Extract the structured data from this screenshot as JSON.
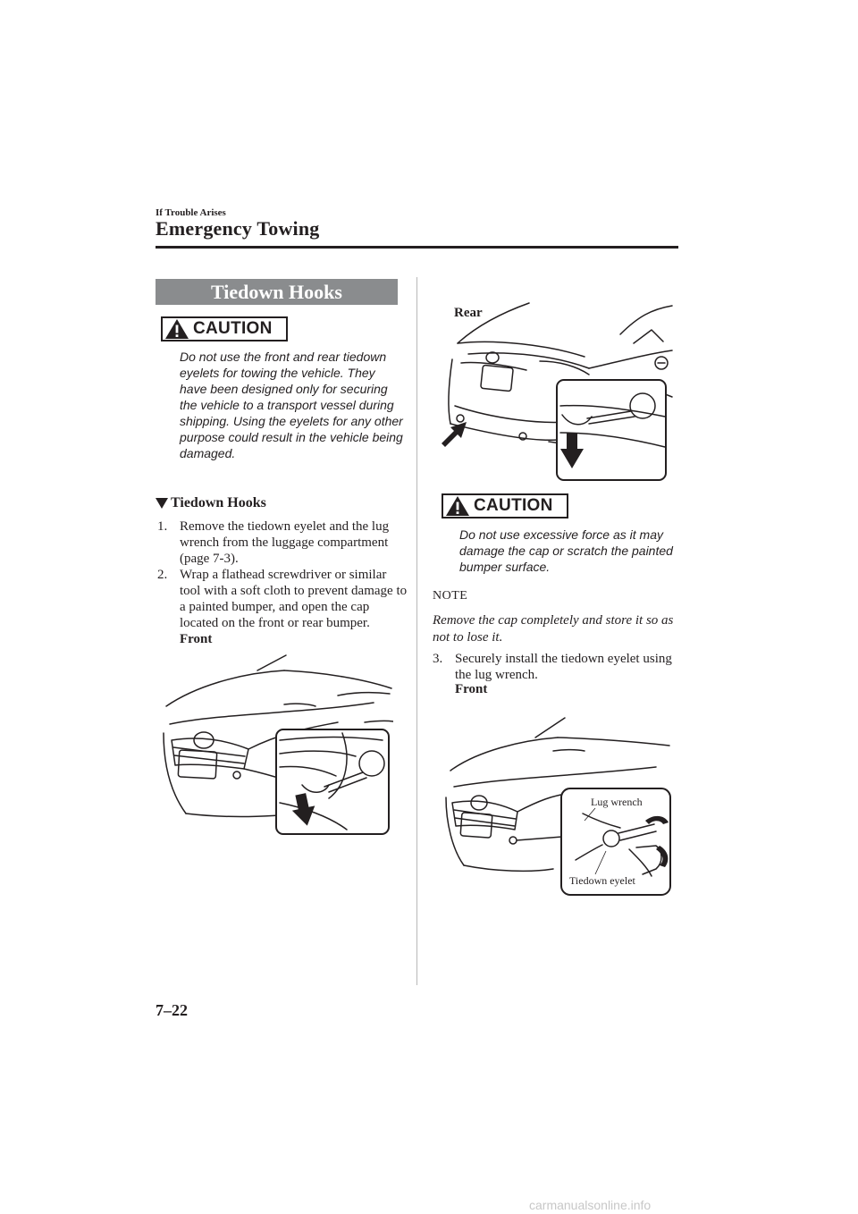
{
  "header": {
    "section": "If Trouble Arises",
    "chapter": "Emergency Towing"
  },
  "main_heading": "Tiedown Hooks",
  "caution_label": "CAUTION",
  "caution_1": "Do not use the front and rear tiedown eyelets for towing the vehicle. They have been designed only for securing the vehicle to a transport vessel during shipping. Using the eyelets for any other purpose could result in the vehicle being damaged.",
  "subheading": "Tiedown Hooks",
  "steps": [
    {
      "num": "1.",
      "text": "Remove the tiedown eyelet and the lug wrench from the luggage compartment (page 7-3)."
    },
    {
      "num": "2.",
      "text": "Wrap a flathead screwdriver or similar tool with a soft cloth to prevent damage to a painted bumper, and open the cap located on the front or rear bumper."
    },
    {
      "num": "3.",
      "text": "Securely install the tiedown eyelet using the lug wrench."
    }
  ],
  "figures": {
    "front_label": "Front",
    "rear_label": "Rear",
    "callout_lug_wrench": "Lug wrench",
    "callout_tiedown_eyelet": "Tiedown eyelet"
  },
  "caution_2": "Do not use excessive force as it may damage the cap or scratch the painted bumper surface.",
  "note": {
    "label": "NOTE",
    "text": "Remove the cap completely and store it so as not to lose it."
  },
  "page_number": "7–22",
  "watermark": "carmanualsonline.info",
  "colors": {
    "heading_box": "#8a8c8e",
    "text": "#231f20",
    "divider": "#b8b8b8"
  }
}
